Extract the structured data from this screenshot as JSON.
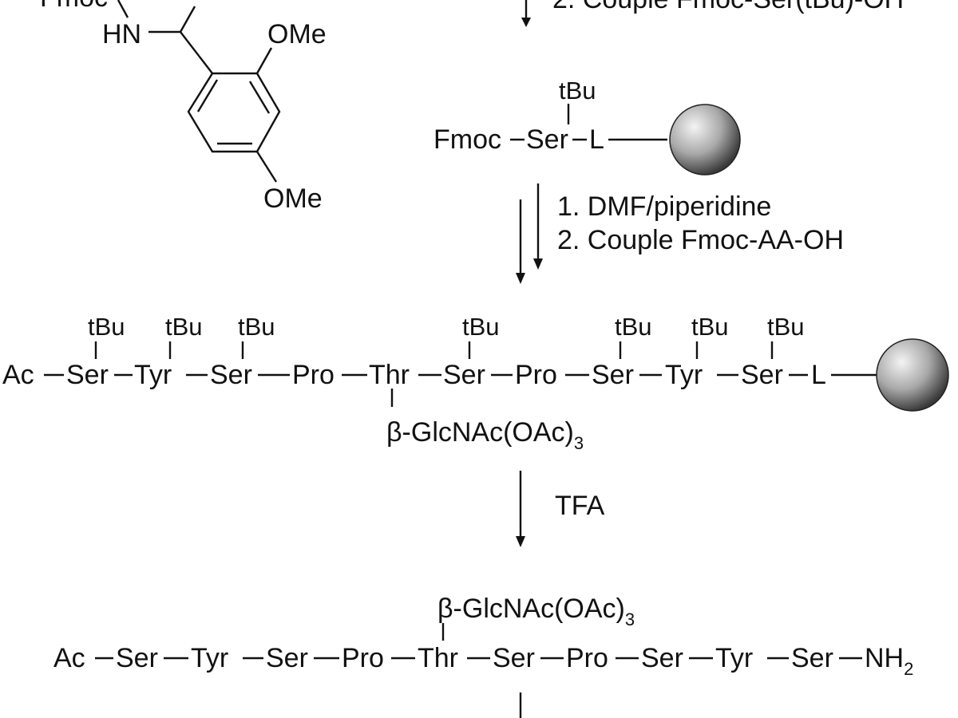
{
  "top_reagent": "2. Couple Fmoc-Ser(tBu)-OH",
  "linker_struct": {
    "partial_label": "Fmoc",
    "amine": "HN",
    "ome_upper": "OMe",
    "ome_lower": "OMe"
  },
  "resin_intermediate": {
    "protecting": "tBu",
    "fmoc": "Fmoc",
    "residue": "Ser",
    "linker": "L"
  },
  "step_sps": {
    "line1": "1. DMF/piperidine",
    "line2": "2. Couple Fmoc-AA-OH"
  },
  "protected_peptide": {
    "n_cap": "Ac",
    "residues": [
      "Ser",
      "Tyr",
      "Ser",
      "Pro",
      "Thr",
      "Ser",
      "Pro",
      "Ser",
      "Tyr",
      "Ser"
    ],
    "protecting_group": "tBu",
    "linker": "L",
    "glycan": "β-GlcNAc(OAc)",
    "glycan_sub": "3"
  },
  "step_cleave": {
    "reagent": "TFA"
  },
  "final_peptide": {
    "n_cap": "Ac",
    "residues": [
      "Ser",
      "Tyr",
      "Ser",
      "Pro",
      "Thr",
      "Ser",
      "Pro",
      "Ser",
      "Tyr",
      "Ser"
    ],
    "c_term": "NH",
    "c_term_sub": "2",
    "glycan": "β-GlcNAc(OAc)",
    "glycan_sub": "3"
  },
  "colors": {
    "ink": "#111111",
    "bead_light": "#f2f2f2",
    "bead_dark": "#3a3a3a"
  }
}
